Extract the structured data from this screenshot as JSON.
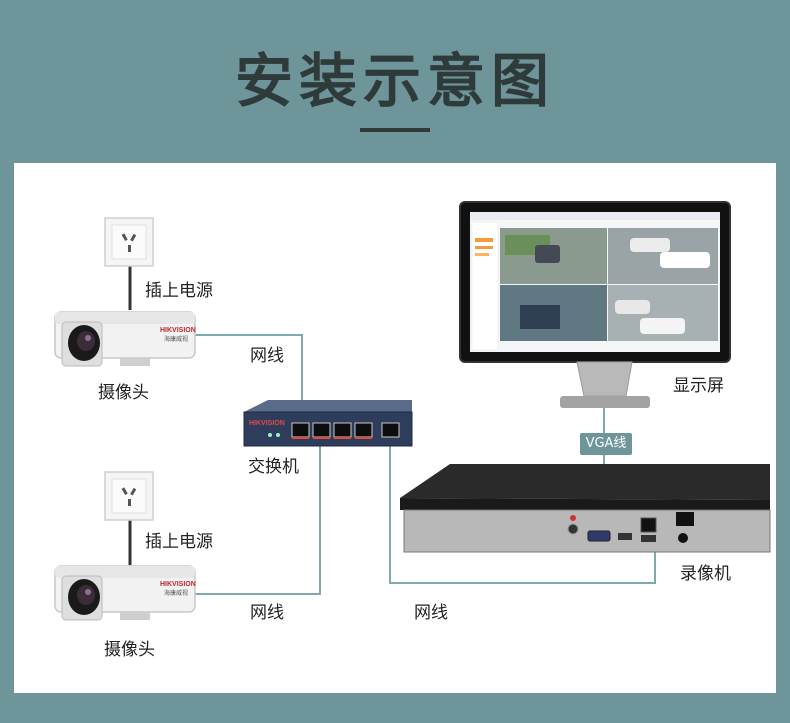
{
  "title": "安装示意图",
  "labels": {
    "outlet_top": "插上电源",
    "camera_top": "摄像头",
    "cable_top": "网线",
    "switch": "交换机",
    "outlet_bottom": "插上电源",
    "camera_bottom": "摄像头",
    "cable_bottom": "网线",
    "cable_nvr": "网线",
    "monitor": "显示屏",
    "vga": "VGA线",
    "nvr": "录像机"
  },
  "brand": {
    "camera": "HIKVISION",
    "camera_cn": "海康威视",
    "switch": "HIKVISION"
  },
  "colors": {
    "background": "#6e9599",
    "panel": "#ffffff",
    "cable": "#7ea9ad",
    "title": "#2f3a3a"
  }
}
